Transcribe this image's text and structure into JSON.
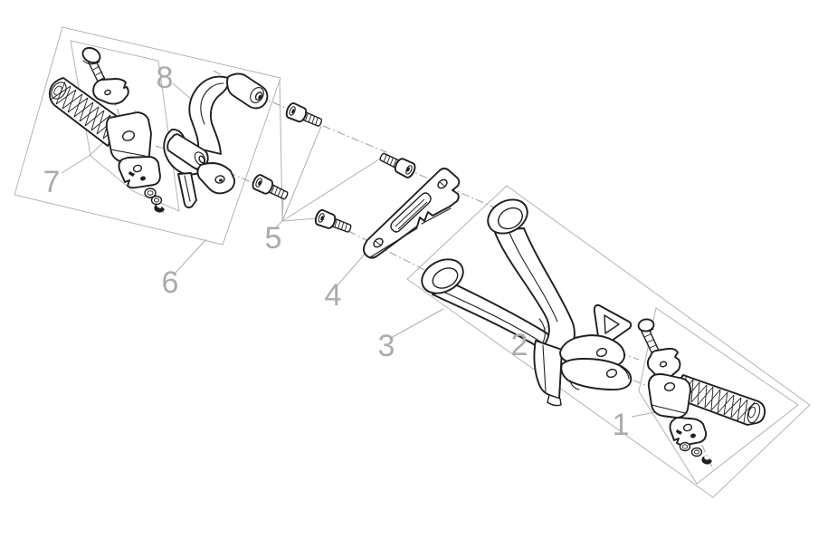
{
  "diagram": {
    "background_color": "#ffffff",
    "part_line_color": "#1f1f1f",
    "construction_line_color": "#b3b3b3",
    "centerline_color": "#9d9d9d",
    "callout_color": "#ababab",
    "callouts": [
      {
        "number": "1"
      },
      {
        "number": "2"
      },
      {
        "number": "3"
      },
      {
        "number": "4"
      },
      {
        "number": "5"
      },
      {
        "number": "6"
      },
      {
        "number": "7"
      },
      {
        "number": "8"
      }
    ]
  }
}
